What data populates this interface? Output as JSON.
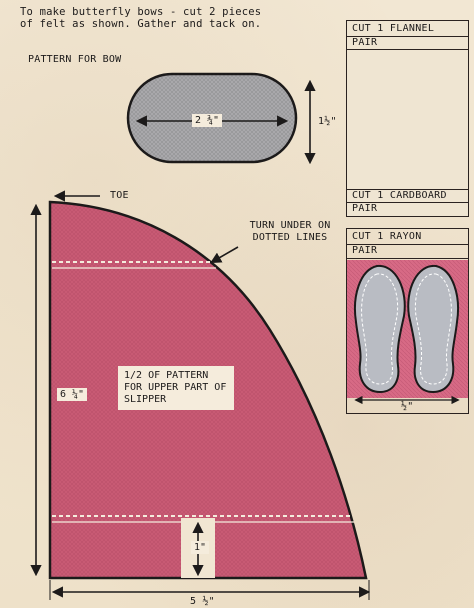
{
  "intro_text": "To make butterfly bows - cut 2 pieces of felt as shown. Gather and tack on.",
  "bow": {
    "title": "PATTERN FOR BOW",
    "width_label": "2 ¾\"",
    "height_label": "1½\""
  },
  "slipper_pattern": {
    "toe_label": "TOE",
    "turn_under_label": "TURN UNDER ON DOTTED LINES",
    "main_label": "1/2 OF PATTERN FOR UPPER PART OF SLIPPER",
    "height_label": "6 ¼\"",
    "width_label": "5 ½\"",
    "small_label": "1\""
  },
  "flannel_card": {
    "cut_label": "CUT 1 FLANNEL",
    "pair_label": "PAIR",
    "cut2_label": "CUT 1 CARDBOARD",
    "pair2_label": "PAIR"
  },
  "rayon_card": {
    "cut_label": "CUT 1 RAYON",
    "pair_label": "PAIR",
    "width_label": "½\""
  },
  "colors": {
    "paper": "#f1e6d2",
    "pink": "#c85a74",
    "pink_light": "#d97d92",
    "ink": "#1c1a1a",
    "gray": "#9a9a9c"
  }
}
